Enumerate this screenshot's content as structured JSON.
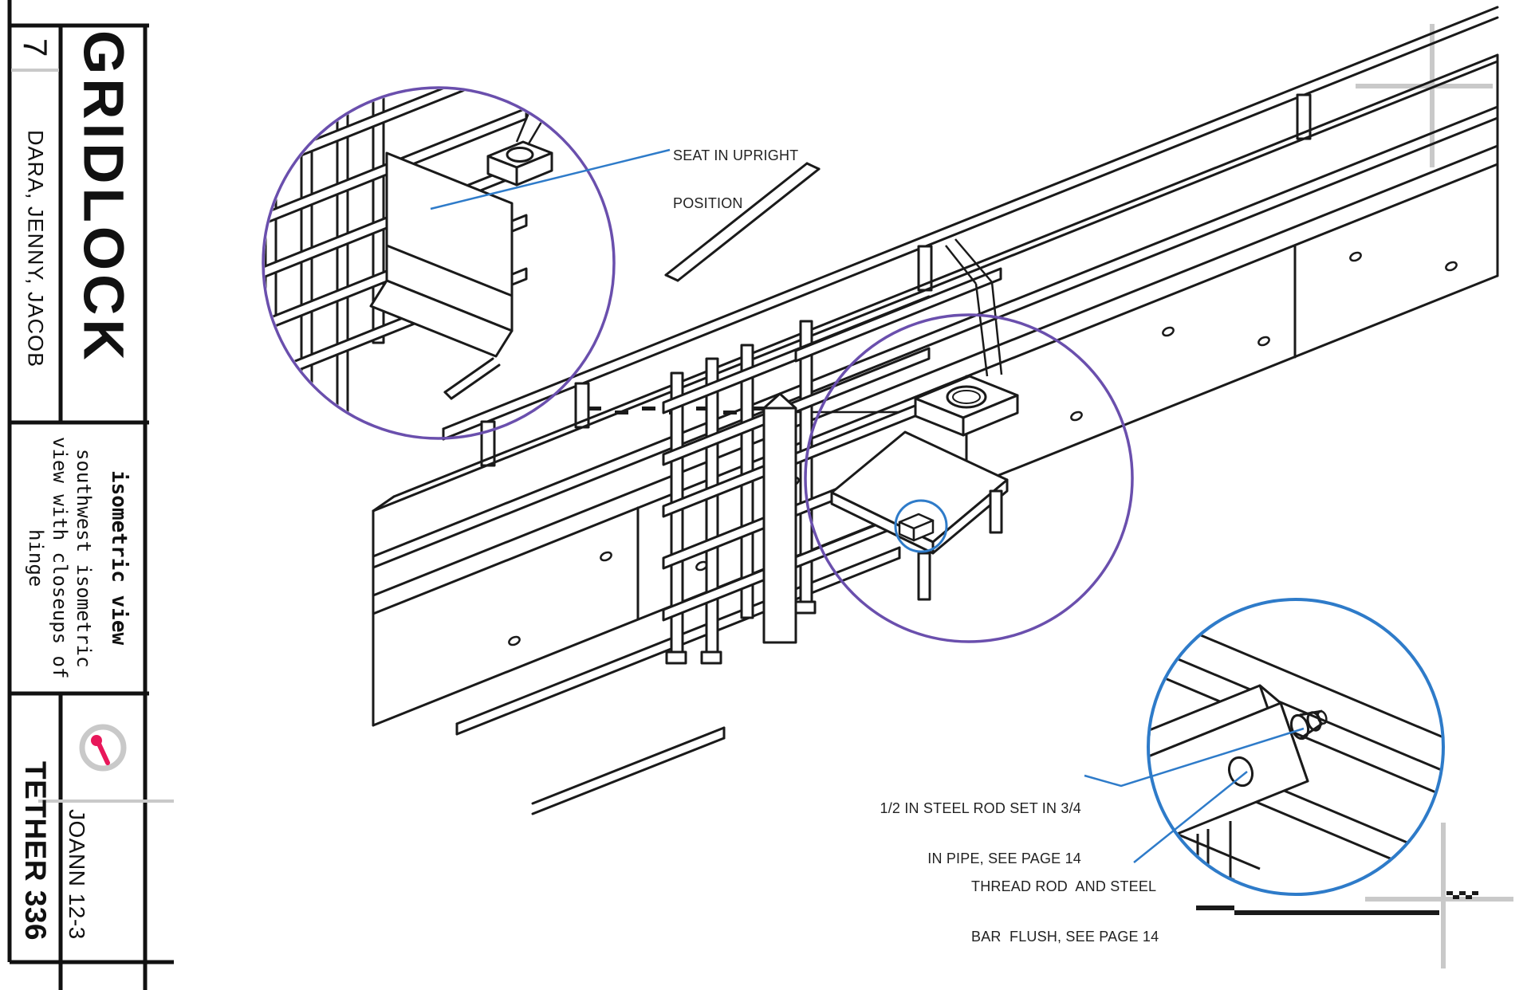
{
  "title_block": {
    "sheet_number": "7",
    "team": "DARA, JENNY, JACOB",
    "project_title": "GRIDLOCK",
    "view_name": "isometric view",
    "view_desc_line1": "southwest isometric",
    "view_desc_line2": "view with closeups of",
    "view_desc_line3": "hinge",
    "course": "TETHER 336",
    "credit": "JOANN 12-3"
  },
  "annotations": {
    "seat_line1": "SEAT IN UPRIGHT",
    "seat_line2": "POSITION",
    "rod_line1": "1/2 IN STEEL ROD SET IN 3/4",
    "rod_line2": "IN PIPE, SEE PAGE 14",
    "thread_line1": "THREAD ROD  AND STEEL",
    "thread_line2": "BAR  FLUSH, SEE PAGE 14"
  },
  "colors": {
    "line_black": "#1a1a1a",
    "detail_purple": "#6a4fad",
    "detail_blue": "#2e7bc9",
    "leader_blue": "#2e7bc9",
    "registration_gray": "#c9c9c9",
    "logo_ring_gray": "#c9c9c9",
    "logo_pin_pink": "#e8175a"
  }
}
